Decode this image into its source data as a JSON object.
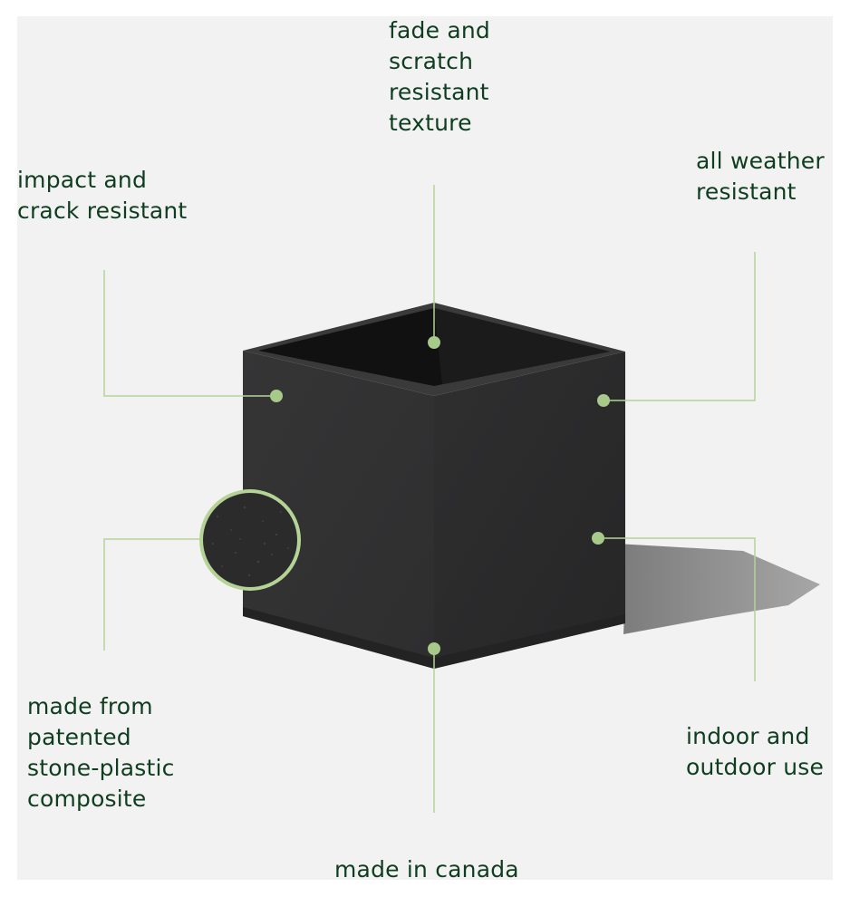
{
  "colors": {
    "label_text": "#0f3d1f",
    "callout_line": "#b5d396",
    "callout_dot": "#a7c98a",
    "planter": "#2d2d2e",
    "background": "#f2f2f2"
  },
  "callouts": {
    "fade": [
      "fade and",
      "scratch",
      "resistant",
      "texture"
    ],
    "impact": [
      "impact and",
      "crack resistant"
    ],
    "weather": [
      "all weather",
      "resistant"
    ],
    "composite": [
      "made from",
      "patented",
      "stone-plastic",
      "composite"
    ],
    "indoor": [
      "indoor and",
      "outdoor use"
    ],
    "canada": [
      "made in canada"
    ]
  }
}
